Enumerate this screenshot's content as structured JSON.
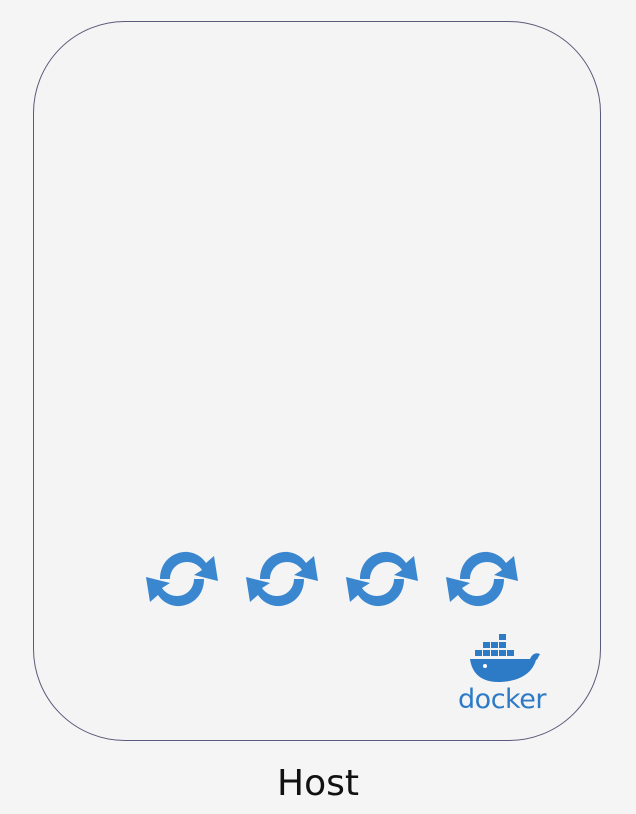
{
  "host": {
    "label": "Host"
  },
  "containers": {
    "count": 4,
    "icon": "sync-icon",
    "color": "#3a86cf"
  },
  "engine": {
    "icon": "docker-whale-icon",
    "wordmark": "docker",
    "color": "#2d7bc7"
  },
  "colors": {
    "background": "#f5f5f5",
    "box_border": "#5a5a7a",
    "accent": "#3a86cf"
  }
}
